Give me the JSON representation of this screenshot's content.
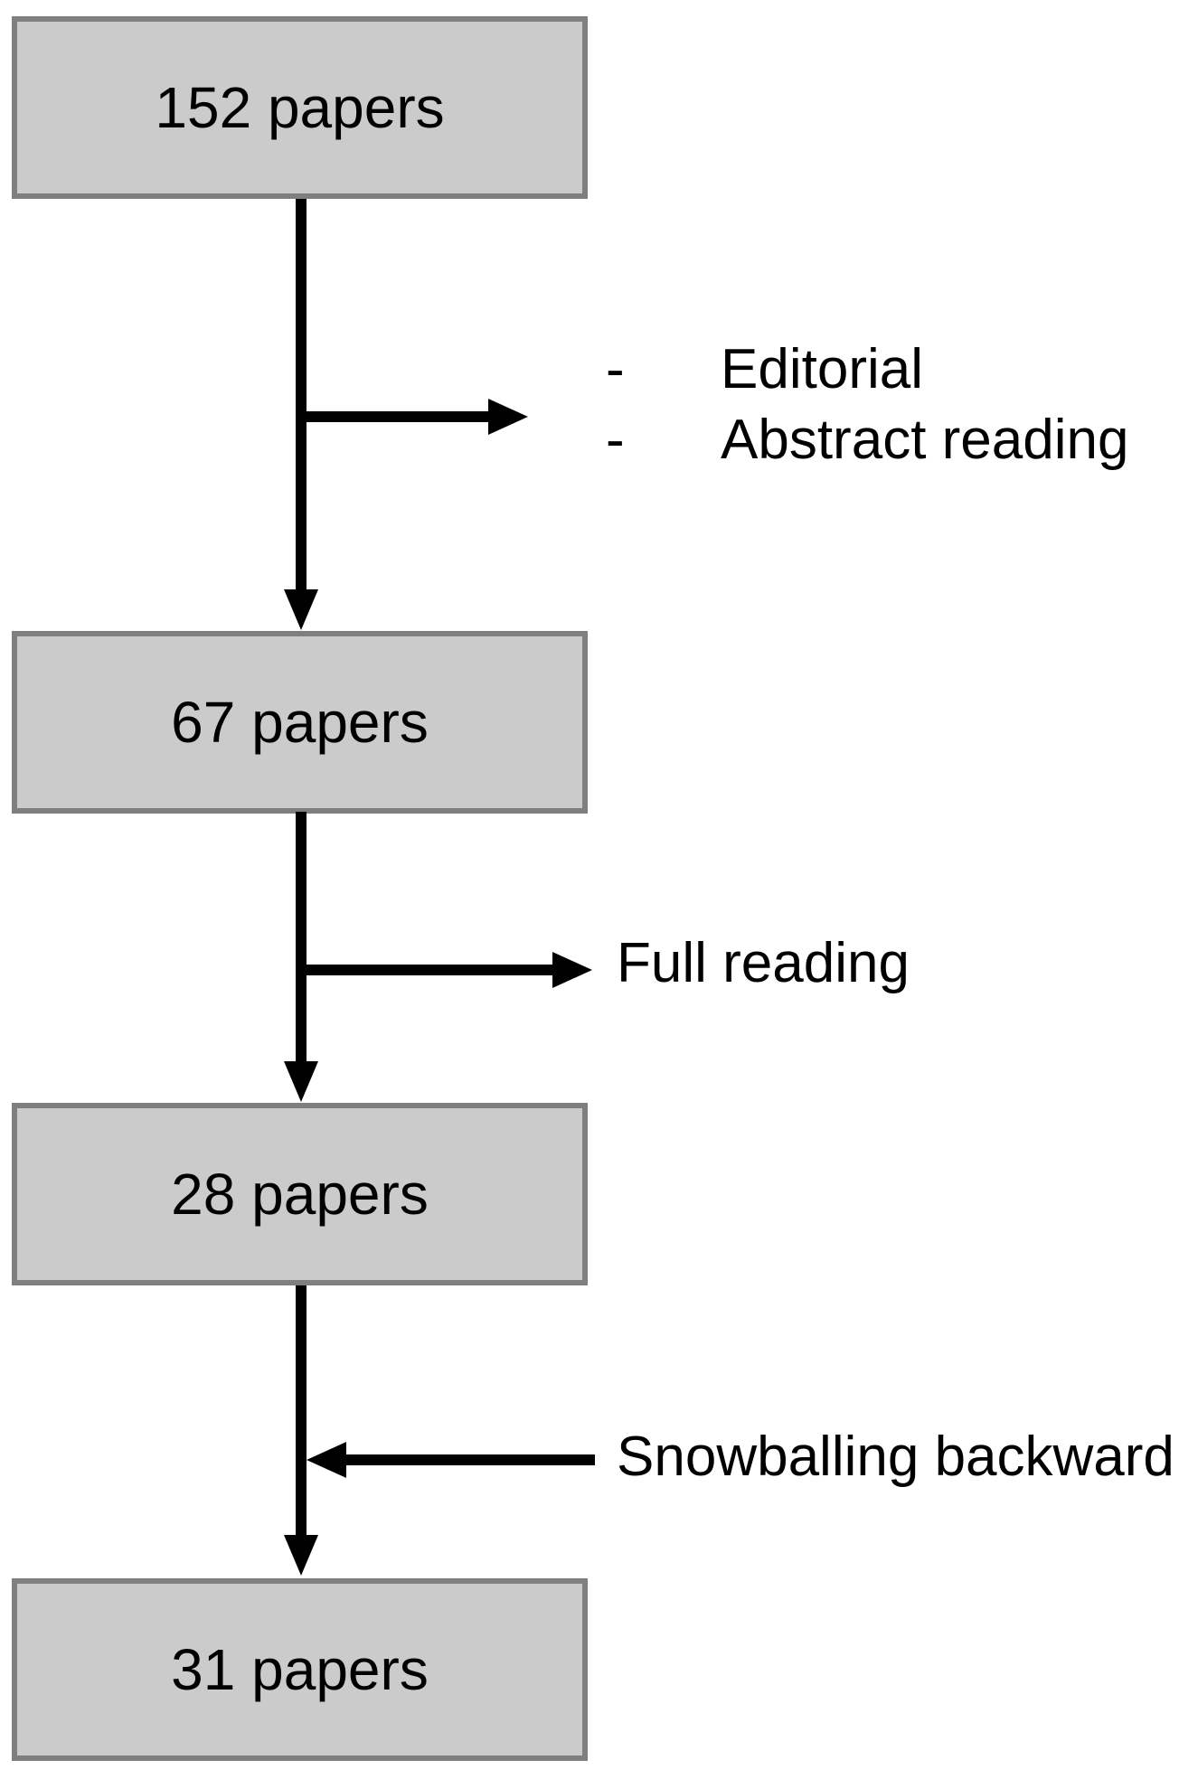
{
  "figure": {
    "type": "flowchart",
    "background": "#ffffff",
    "colors": {
      "box_fill": "#cbcbcb",
      "box_border": "#7f7f7f",
      "arrow": "#000000",
      "text": "#000000"
    },
    "boxes": [
      {
        "label": "152 papers"
      },
      {
        "label": "67 papers"
      },
      {
        "label": "28 papers"
      },
      {
        "label": "31 papers"
      }
    ],
    "annotations": {
      "exclusion_list": {
        "items": [
          {
            "bullet": "-",
            "text": "Editorial"
          },
          {
            "bullet": "-",
            "text": "Abstract reading"
          }
        ]
      },
      "full_reading": "Full reading",
      "snowballing": "Snowballing backward"
    }
  }
}
